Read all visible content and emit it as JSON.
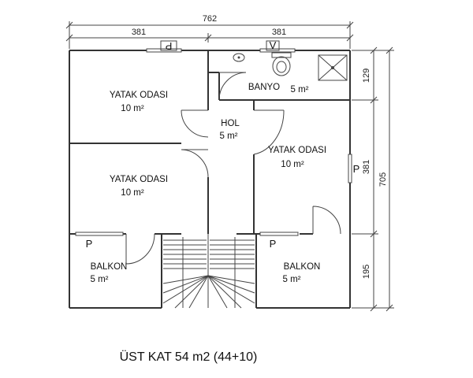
{
  "dimensions": {
    "total_width": "762",
    "left_half": "381",
    "right_half": "381",
    "bathroom_depth": "129",
    "room_depth": "381",
    "total_depth": "705",
    "balcony_depth": "195"
  },
  "rooms": [
    {
      "key": "bedroom_nw",
      "name": "YATAK ODASI",
      "area": "10 m²"
    },
    {
      "key": "bedroom_sw",
      "name": "YATAK ODASI",
      "area": "10 m²"
    },
    {
      "key": "bedroom_e",
      "name": "YATAK ODASI",
      "area": "10 m²"
    },
    {
      "key": "bathroom",
      "name": "BANYO",
      "area": "5 m²"
    },
    {
      "key": "hall",
      "name": "HOL",
      "area": "5 m²"
    },
    {
      "key": "balcony_w",
      "name": "BALKON",
      "area": "5 m²"
    },
    {
      "key": "balcony_e",
      "name": "BALKON",
      "area": "5 m²"
    }
  ],
  "markers": {
    "window": "P",
    "vent": "V"
  },
  "caption": "ÜST KAT 54 m2 (44+10)"
}
